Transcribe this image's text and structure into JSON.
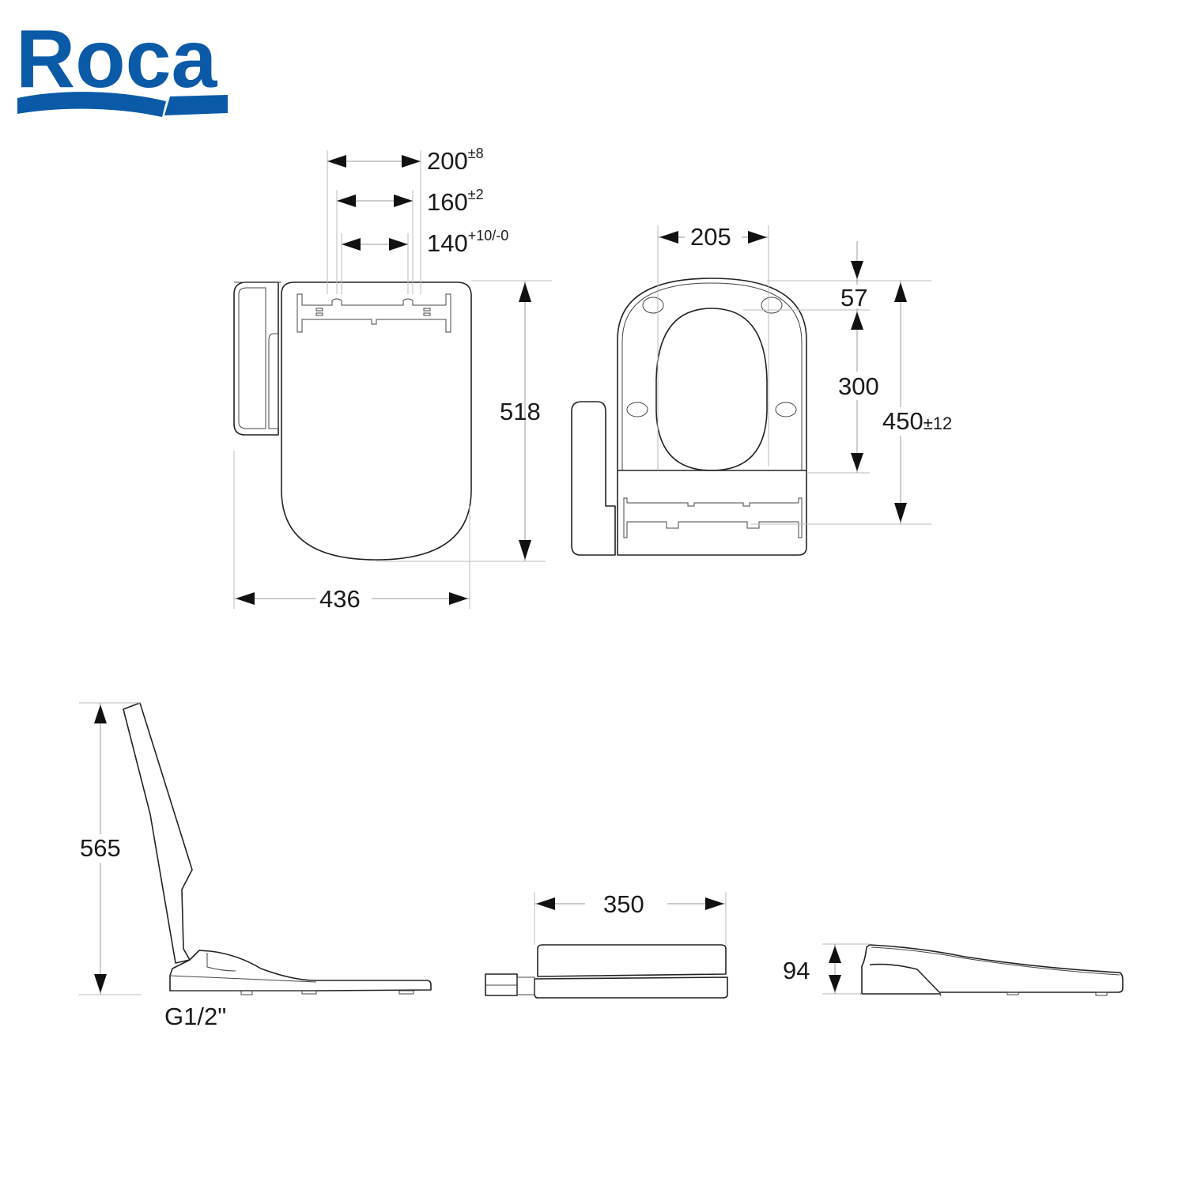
{
  "brand": {
    "name": "Roca",
    "color": "#0a5aa8"
  },
  "top_view": {
    "hinge_spacing": [
      {
        "value": "200",
        "tolerance": "±8"
      },
      {
        "value": "160",
        "tolerance": "±2"
      },
      {
        "value": "140",
        "tolerance": "+10/-0"
      }
    ],
    "length": "518",
    "width": "436"
  },
  "bottom_view": {
    "opening_width": "205",
    "front_offset": "57",
    "opening_length": "300",
    "fixing_depth": {
      "value": "450",
      "tolerance": "±12"
    }
  },
  "side_view_open": {
    "height_open": "565",
    "water_connection": "G1/2\""
  },
  "rear_view": {
    "width": "350"
  },
  "side_view_closed": {
    "height": "94"
  },
  "colors": {
    "line": "#222222",
    "extension": "#bbbbbb",
    "text": "#1a1a1a"
  }
}
